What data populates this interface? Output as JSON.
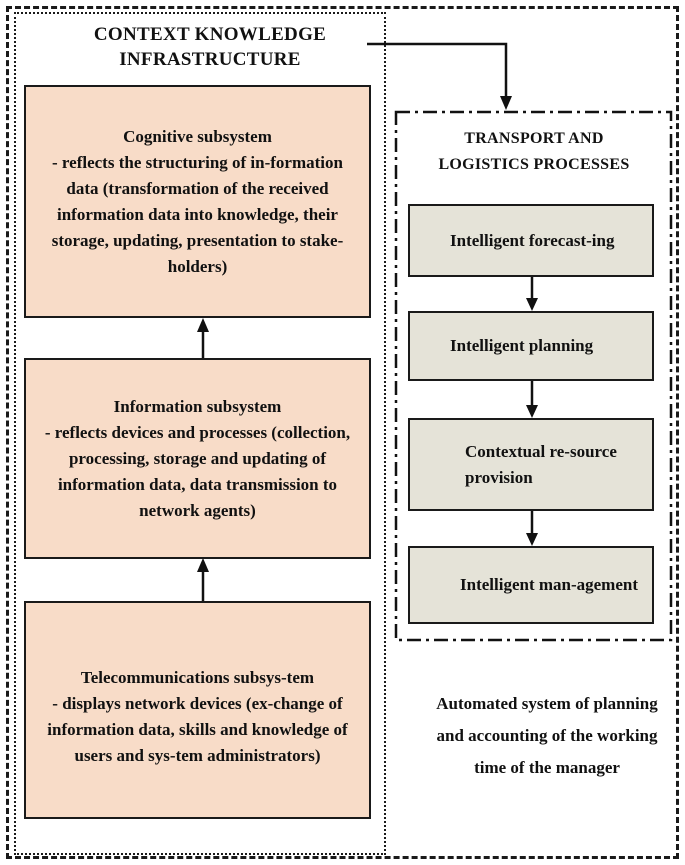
{
  "context": {
    "title_line1": "CONTEXT KNOWLEDGE",
    "title_line2": "INFRASTRUCTURE",
    "subsystems": [
      {
        "name": "Cognitive subsystem",
        "description": "- reflects the structuring of in-formation data (transformation of the received information data into knowledge, their storage, updating, presentation to stake-holders)"
      },
      {
        "name": "Information subsystem",
        "description": "- reflects devices and processes (collection, processing, storage and updating of information data, data transmission to network agents)"
      },
      {
        "name": "Telecommunications subsys-tem",
        "description": "- displays network devices (ex-change of information data, skills and knowledge of users and sys-tem administrators)"
      }
    ]
  },
  "transport": {
    "title_line1": "TRANSPORT AND",
    "title_line2": "LOGISTICS PROCESSES",
    "steps": [
      "Intelligent forecast-ing",
      "Intelligent planning",
      "Contextual re-source provision",
      "Intelligent man-agement"
    ]
  },
  "note": "Automated system of planning and accounting of the working time of the manager"
}
